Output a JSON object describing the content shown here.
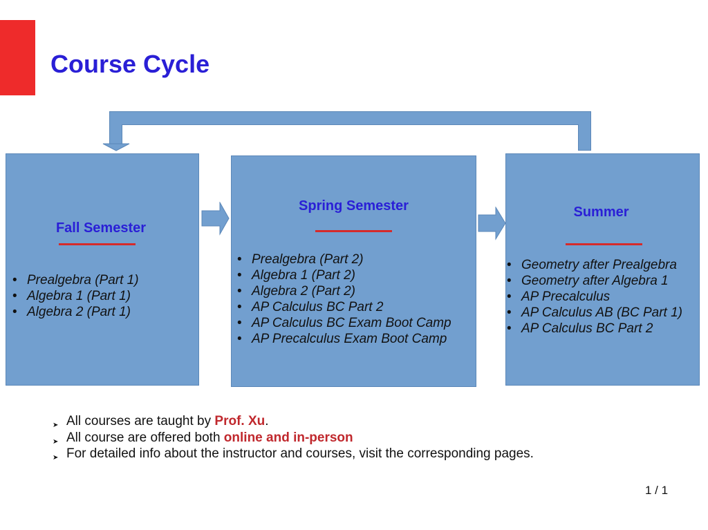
{
  "title": "Course Cycle",
  "colors": {
    "accent_bar": "#ee2b2b",
    "title": "#2a1fd6",
    "box": "#729fcf",
    "underline": "#d62a2a",
    "highlight": "#c0282d"
  },
  "boxes": [
    {
      "title": "Fall Semester",
      "items": [
        "Prealgebra (Part 1)",
        "Algebra 1 (Part 1)",
        "Algebra 2 (Part 1)"
      ]
    },
    {
      "title": "Spring Semester",
      "items": [
        "Prealgebra (Part 2)",
        "Algebra 1 (Part 2)",
        "Algebra 2 (Part 2)",
        "AP Calculus BC Part 2",
        "AP Calculus BC Exam Boot Camp",
        "AP Precalculus Exam Boot Camp"
      ]
    },
    {
      "title": "Summer",
      "items": [
        "Geometry after Prealgebra",
        "Geometry after Algebra 1",
        "AP Precalculus",
        "AP Calculus AB (BC Part 1)",
        "AP Calculus BC Part 2"
      ]
    }
  ],
  "notes": [
    {
      "text": "All courses are taught by ",
      "highlight": "Prof. Xu",
      "after": "."
    },
    {
      "text": "All course are offered both ",
      "highlight": "online and in-person",
      "after": ""
    },
    {
      "text": "For detailed info about the instructor and courses, visit the corresponding pages.",
      "highlight": "",
      "after": ""
    }
  ],
  "page_number": "1 / 1"
}
